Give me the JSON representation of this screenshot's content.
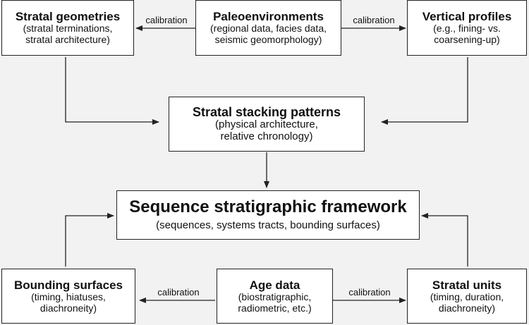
{
  "nodes": {
    "strat_geom": {
      "title": "Stratal geometries",
      "lines": [
        "(stratal terminations,",
        "stratal architecture)"
      ]
    },
    "paleo": {
      "title": "Paleoenvironments",
      "lines": [
        "(regional data, facies data,",
        "seismic geomorphology)"
      ]
    },
    "vert": {
      "title": "Vertical profiles",
      "lines": [
        "(e.g., fining- vs.",
        "coarsening-up)"
      ]
    },
    "stacking": {
      "title": "Stratal stacking patterns",
      "lines": [
        "(physical architecture,",
        "relative chronology)"
      ]
    },
    "framework": {
      "title": "Sequence stratigraphic framework",
      "lines": [
        "(sequences, systems tracts, bounding surfaces)"
      ]
    },
    "bounding": {
      "title": "Bounding surfaces",
      "lines": [
        "(timing, hiatuses,",
        "diachroneity)"
      ]
    },
    "age": {
      "title": "Age data",
      "lines": [
        "(biostratigraphic,",
        "radiometric, etc.)"
      ]
    },
    "units": {
      "title": "Stratal units",
      "lines": [
        "(timing, duration,",
        "diachroneity)"
      ]
    }
  },
  "edges": {
    "paleo_to_geom": {
      "label": "calibration"
    },
    "paleo_to_vert": {
      "label": "calibration"
    },
    "age_to_bounding": {
      "label": "calibration"
    },
    "age_to_units": {
      "label": "calibration"
    }
  },
  "colors": {
    "line": "#222222",
    "box_fill": "#ffffff",
    "background": "#f2f2f2"
  }
}
